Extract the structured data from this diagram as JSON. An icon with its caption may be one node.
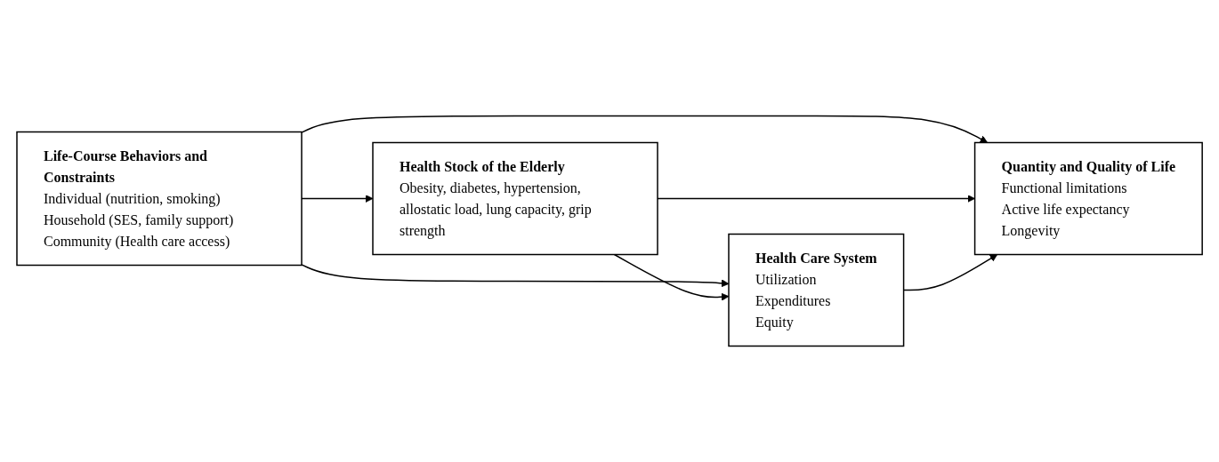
{
  "diagram": {
    "nodes": [
      {
        "text": [
          "Life-Course Behaviors and Constraints",
          "Individual (nutrition, smoking)",
          "Household (SES, family support)",
          "Community (Health care access)"
        ]
      },
      {
        "text": [
          "Health Stock of the Elderly",
          "Obesity, diabetes, hypertension, allostatic load, lung capacity, grip strength"
        ]
      },
      {
        "text": [
          "Health Care System",
          "Utilization",
          "Expenditures",
          "Equity"
        ]
      },
      {
        "text": [
          "Quantity and Quality of Life",
          "Functional limitations",
          "Active life expectancy",
          "Longevity"
        ]
      }
    ],
    "edges": [
      {
        "from": 0,
        "to": 1,
        "arrow": "to"
      },
      {
        "from": 0,
        "to": 3,
        "arrow": "to"
      },
      {
        "from": 0,
        "to": 2,
        "arrow": "to"
      },
      {
        "from": 1,
        "to": 2,
        "arrow": "to"
      },
      {
        "from": 1,
        "to": 3,
        "arrow": "to"
      },
      {
        "from": 2,
        "to": 3,
        "arrow": "to"
      }
    ]
  }
}
